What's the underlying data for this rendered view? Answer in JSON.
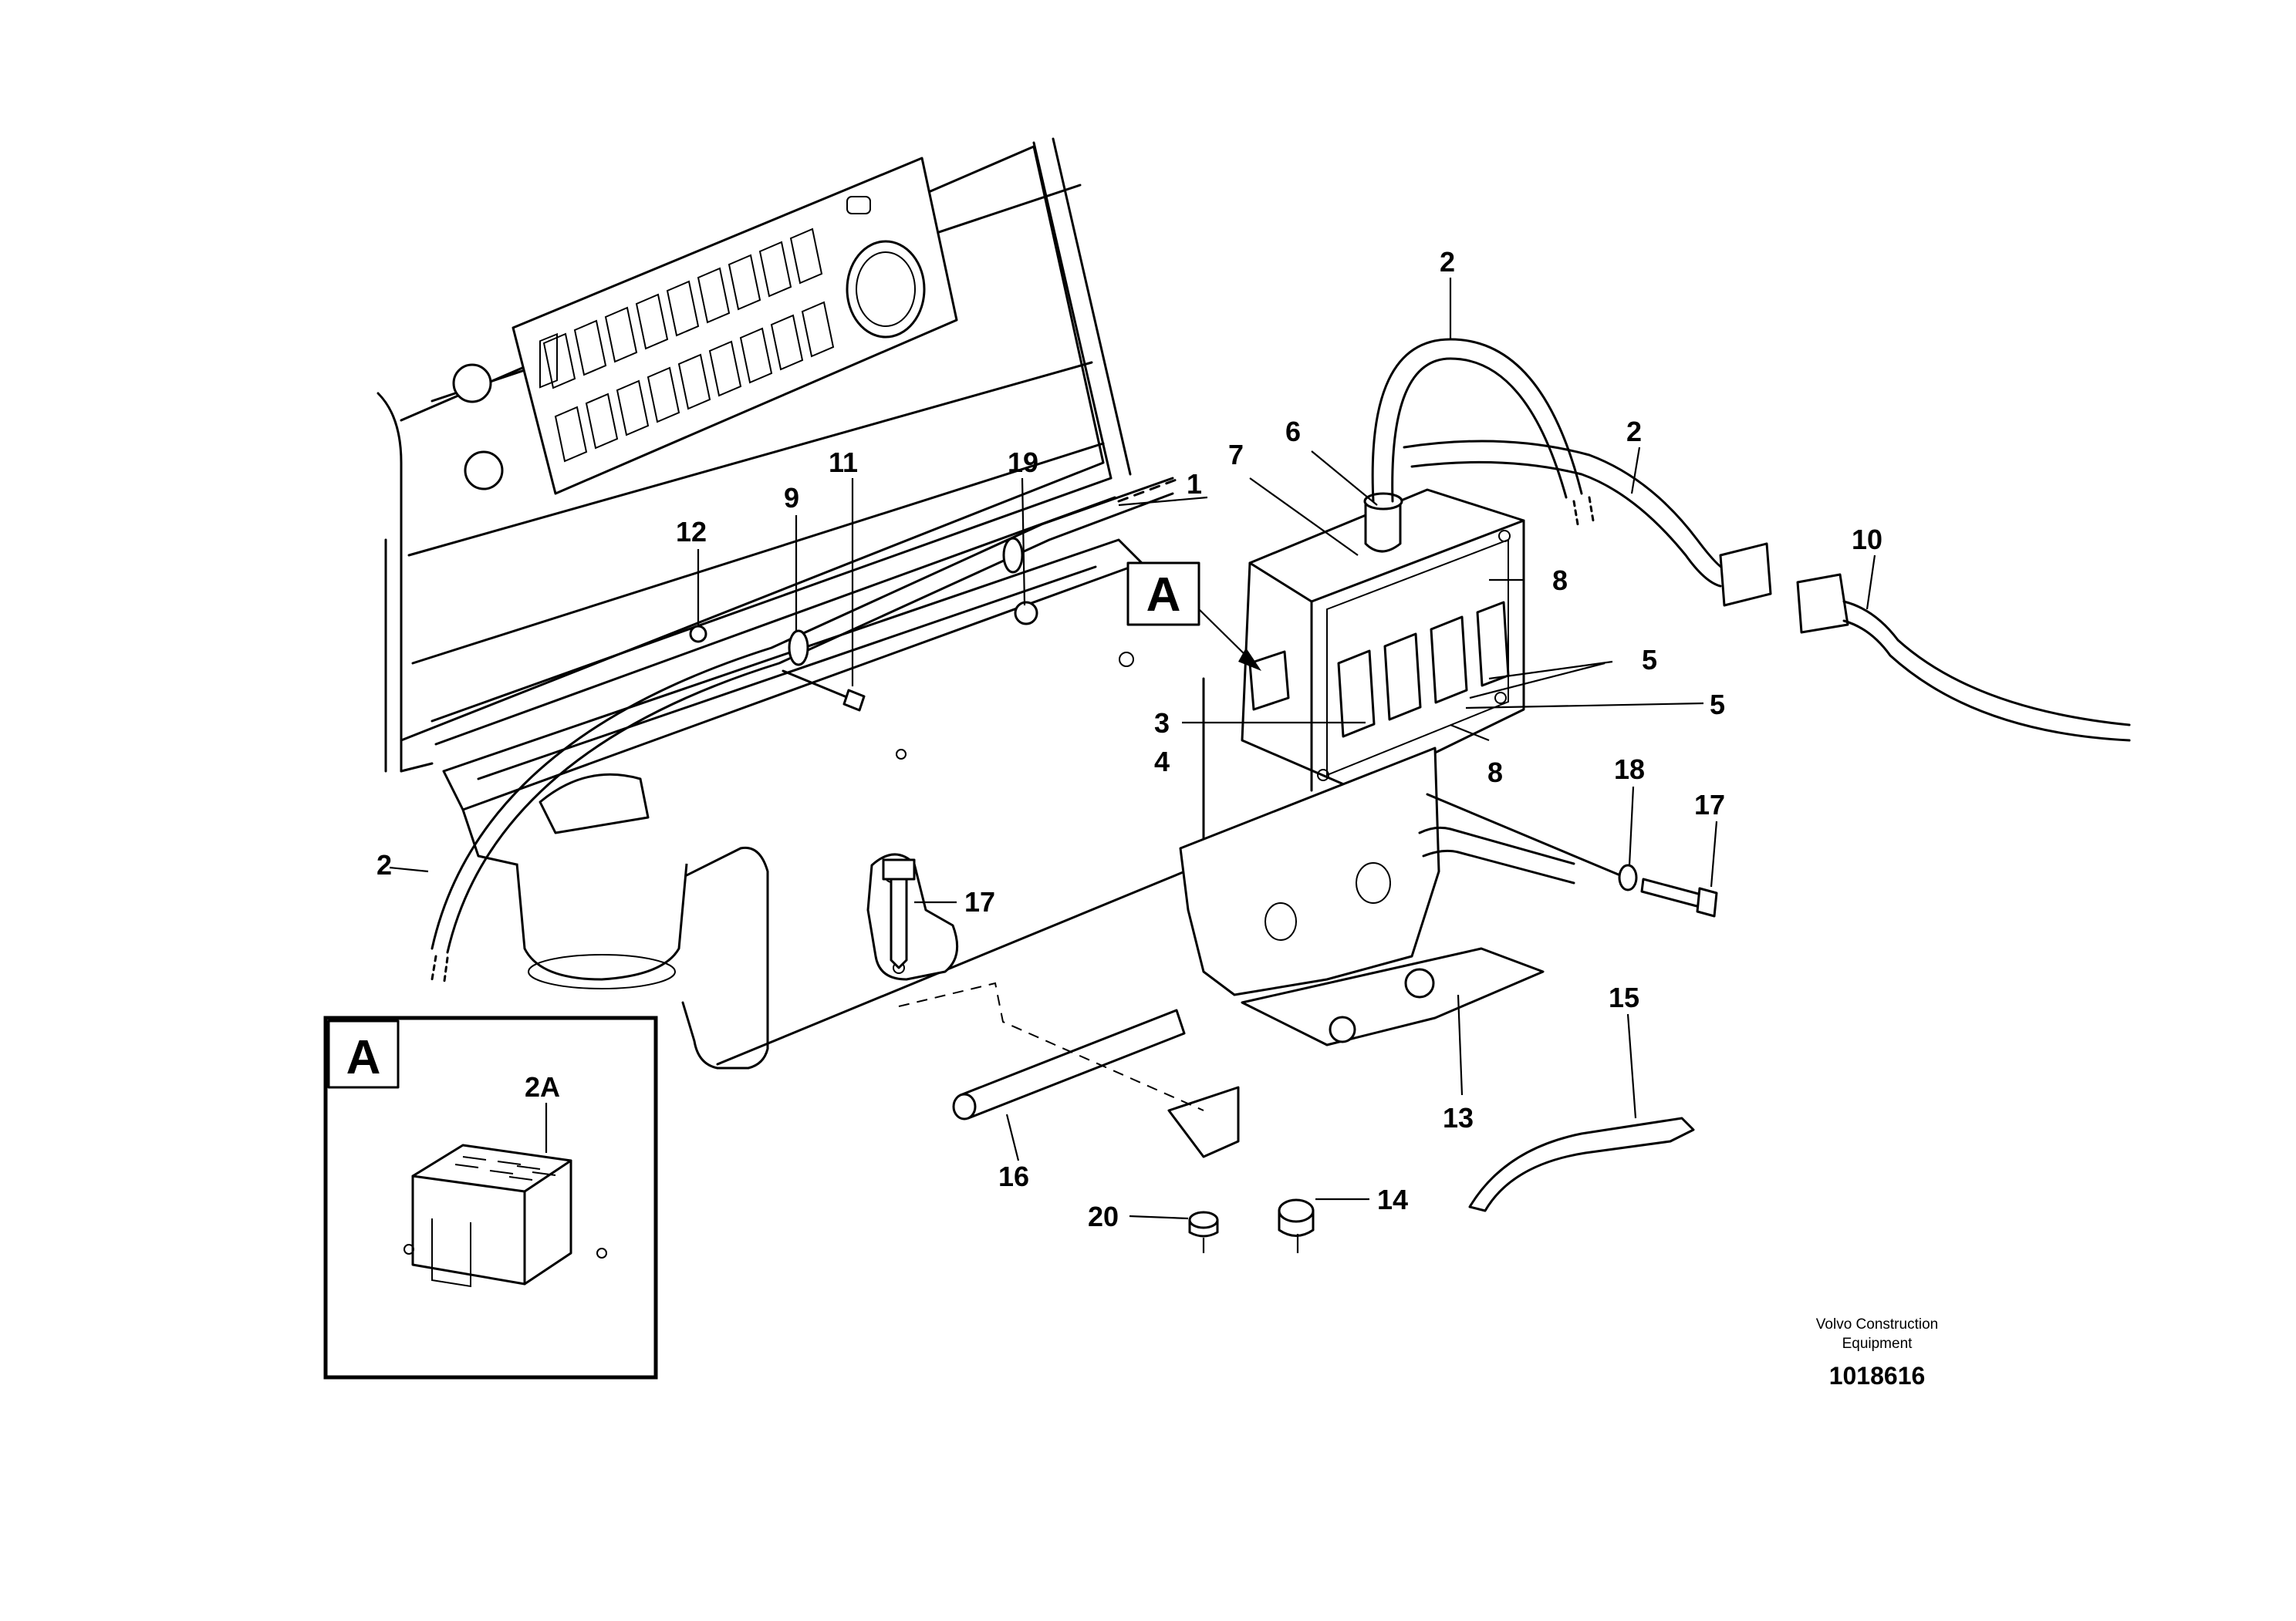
{
  "callouts": {
    "c1": "1",
    "c2_top": "2",
    "c2_right": "2",
    "c2_left": "2",
    "c3": "3",
    "c4": "4",
    "c5_top": "5",
    "c5_bottom": "5",
    "c6": "6",
    "c7": "7",
    "c8_top": "8",
    "c8_bottom": "8",
    "c9": "9",
    "c10": "10",
    "c11": "11",
    "c12": "12",
    "c13": "13",
    "c14": "14",
    "c15": "15",
    "c16": "16",
    "c17_mid": "17",
    "c17_right": "17",
    "c18": "18",
    "c19": "19",
    "c20": "20",
    "c2a": "2A"
  },
  "detail_marker": "A",
  "detail_box_label": "A",
  "credit_line1": "Volvo Construction",
  "credit_line2": "Equipment",
  "document_number": "1018616"
}
